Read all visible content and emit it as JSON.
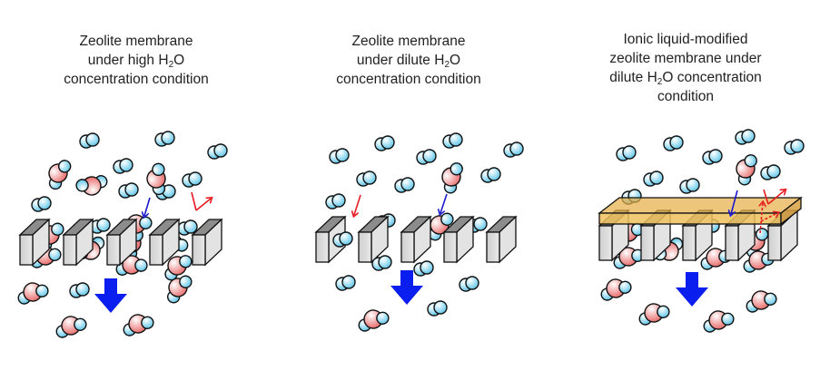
{
  "panels": [
    {
      "id": "high-h2o",
      "title_lines": [
        "Zeolite membrane",
        "under high H|2|O",
        "concentration condition"
      ],
      "membrane": "zeolite",
      "h2o_count_above": 5,
      "h2_count_above": 9,
      "h2o_in_pores": 8,
      "h2o_below": 6,
      "h2_below": 1
    },
    {
      "id": "dilute-h2o",
      "title_lines": [
        "Zeolite membrane",
        "under dilute H|2|O",
        "concentration condition"
      ],
      "membrane": "zeolite",
      "h2o_count_above": 1,
      "h2_count_above": 11,
      "h2o_in_pores": 1,
      "h2o_below": 1,
      "h2_below": 3
    },
    {
      "id": "ionic-liquid-dilute-h2o",
      "title_lines": [
        "Ionic liquid-modified",
        "zeolite membrane under",
        "dilute H|2|O concentration",
        "condition"
      ],
      "membrane": "ionic-liquid-modified zeolite",
      "h2o_count_above": 1,
      "h2_count_above": 10,
      "h2o_in_pores": 6,
      "h2o_below": 5,
      "h2_below": 0
    }
  ],
  "legend_semantics": {
    "blue_arrow": "permeating H2O",
    "red_arrow": "reflected / blocked H2",
    "big_blue_arrow": "permeate flow direction"
  },
  "colors": {
    "oxygen_atom": "#f08a8a",
    "hydrogen_atom": "#8fd6ee",
    "plate_face": "#d9d9d9",
    "plate_top": "#8c8c8c",
    "ionic_liquid_layer": "#e6b04a",
    "flow_arrow": "#0a1ef0",
    "h2o_arrow": "#1a1acc",
    "h2_arrow": "#e81c24",
    "text": "#222222"
  }
}
